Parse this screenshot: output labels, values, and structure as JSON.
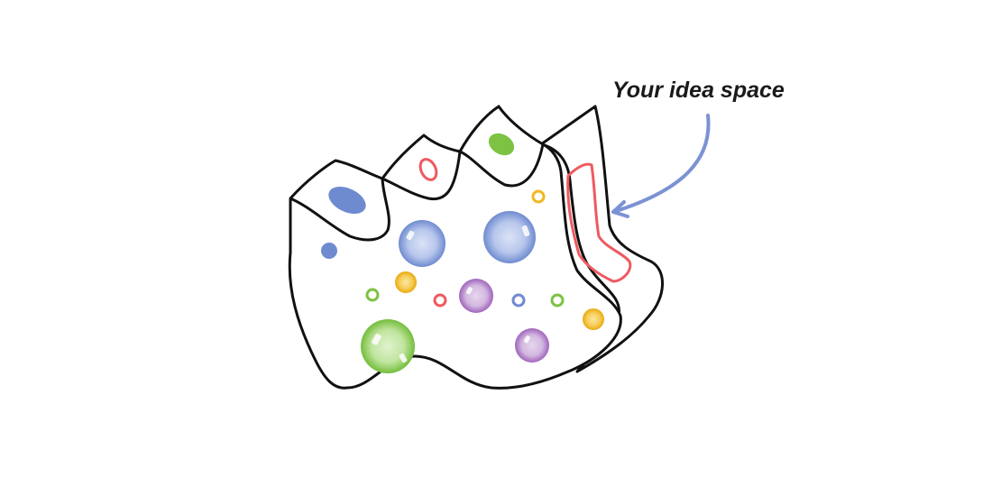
{
  "annotation": {
    "label": "Your idea space",
    "arrow_color": "#7b92d4"
  },
  "colors": {
    "outline": "#111111",
    "blue": "#6f8bd0",
    "green": "#7dc242",
    "red": "#ee5a60",
    "yellow": "#f2b820",
    "purple": "#a86cc1"
  },
  "shapes": {
    "top_faces": [
      "blue-filled-ellipse",
      "red-ring-ellipse",
      "green-filled-ellipse",
      "red-rounded-outline"
    ],
    "bubbles": [
      "blue-large",
      "blue-large",
      "green-large",
      "purple-medium",
      "purple-medium",
      "yellow-small",
      "yellow-small"
    ],
    "rings": [
      "green",
      "red",
      "blue",
      "green",
      "yellow"
    ],
    "dots": [
      "blue"
    ]
  }
}
